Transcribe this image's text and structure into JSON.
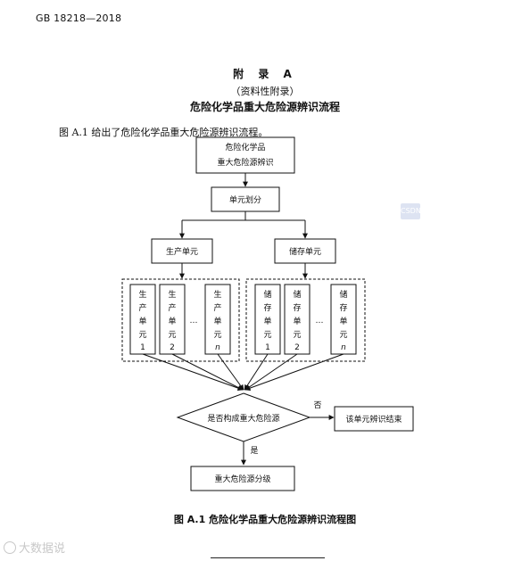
{
  "header": {
    "standard_code": "GB  18218—2018"
  },
  "titles": {
    "appendix": "附 录 A",
    "nature": "（资料性附录）",
    "main": "危险化学品重大危险源辨识流程"
  },
  "intro_text": "图 A.1 给出了危险化学品重大危险源辨识流程。",
  "flowchart": {
    "start": [
      "危险化学品",
      "重大危险源辨识"
    ],
    "division": "单元划分",
    "production": "生产单元",
    "storage": "储存单元",
    "production_units": [
      [
        "生",
        "产",
        "单",
        "元",
        "1"
      ],
      [
        "生",
        "产",
        "单",
        "元",
        "2"
      ],
      [
        "生",
        "产",
        "单",
        "元",
        "n"
      ]
    ],
    "storage_units": [
      [
        "储",
        "存",
        "单",
        "元",
        "1"
      ],
      [
        "储",
        "存",
        "单",
        "元",
        "2"
      ],
      [
        "储",
        "存",
        "单",
        "元",
        "n"
      ]
    ],
    "ellipsis": "…",
    "decision": "是否构成重大危险源",
    "no_label": "否",
    "yes_label": "是",
    "end_box": "该单元辨识结束",
    "grading": "重大危险源分级"
  },
  "figure_caption": "图 A.1    危险化学品重大危险源辨识流程图",
  "watermark": "大数据说",
  "side_badge": "CSDN"
}
